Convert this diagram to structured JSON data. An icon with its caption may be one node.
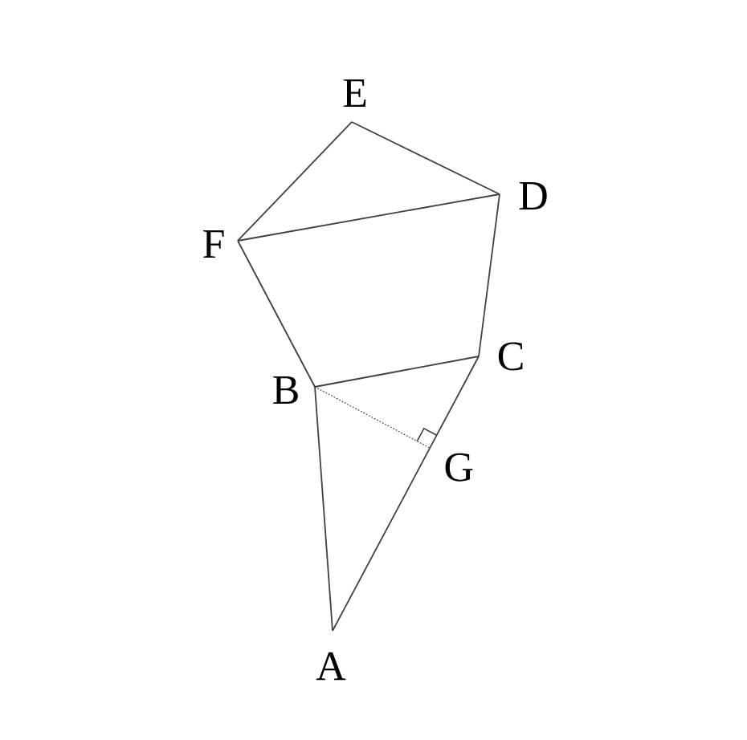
{
  "diagram": {
    "nodes": [
      {
        "text": [
          "E"
        ]
      },
      {
        "text": [
          "D"
        ]
      },
      {
        "text": [
          "F"
        ]
      },
      {
        "text": [
          "C"
        ]
      },
      {
        "text": [
          "B"
        ]
      },
      {
        "text": [
          "G"
        ]
      },
      {
        "text": [
          "A"
        ]
      }
    ],
    "edges": [
      {
        "from": 0,
        "to": 2,
        "arrow": "none"
      },
      {
        "from": 0,
        "to": 1,
        "arrow": "none"
      },
      {
        "from": 2,
        "to": 1,
        "arrow": "none"
      },
      {
        "from": 2,
        "to": 4,
        "arrow": "none"
      },
      {
        "from": 1,
        "to": 3,
        "arrow": "none"
      },
      {
        "from": 4,
        "to": 3,
        "arrow": "none"
      },
      {
        "from": 3,
        "to": 5,
        "arrow": "none"
      },
      {
        "from": 5,
        "to": 6,
        "arrow": "none"
      },
      {
        "from": 6,
        "to": 4,
        "arrow": "none"
      },
      {
        "from": 4,
        "to": 5,
        "arrow": "none",
        "style": "dashed"
      }
    ]
  }
}
